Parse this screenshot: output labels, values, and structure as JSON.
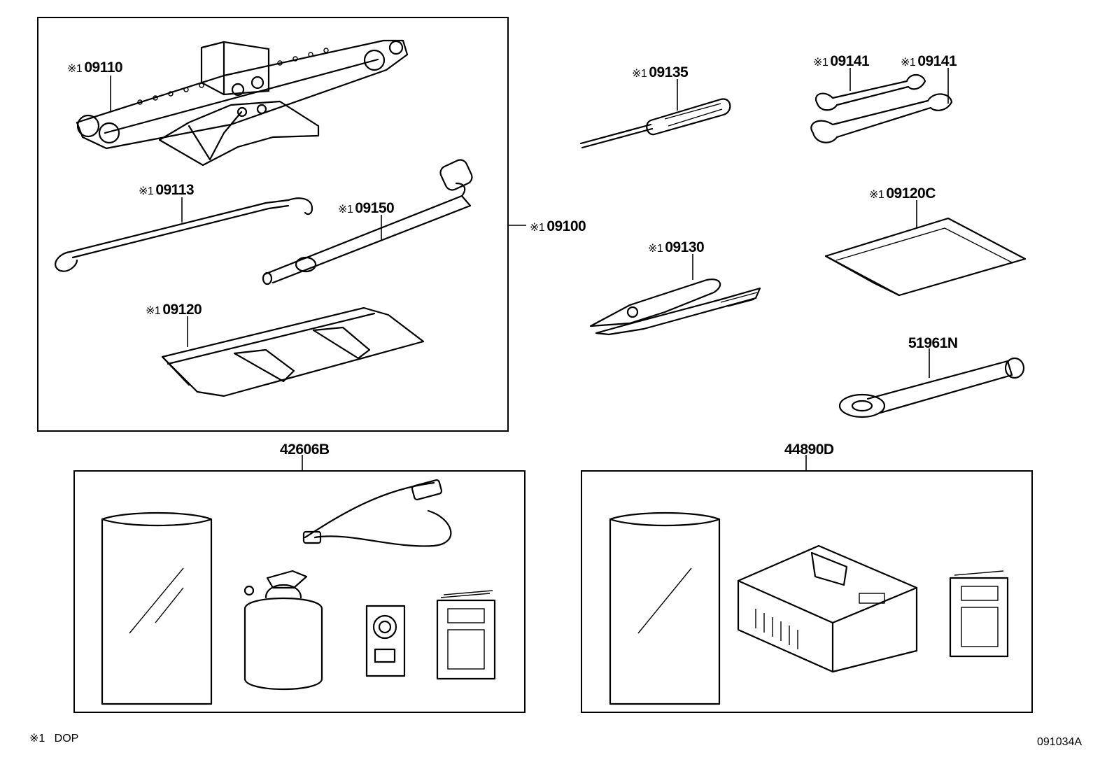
{
  "callouts": {
    "c09110": {
      "mark": "※1",
      "code": "09110"
    },
    "c09113": {
      "mark": "※1",
      "code": "09113"
    },
    "c09150": {
      "mark": "※1",
      "code": "09150"
    },
    "c09120": {
      "mark": "※1",
      "code": "09120"
    },
    "c09100": {
      "mark": "※1",
      "code": "09100"
    },
    "c09135": {
      "mark": "※1",
      "code": "09135"
    },
    "c09141a": {
      "mark": "※1",
      "code": "09141"
    },
    "c09141b": {
      "mark": "※1",
      "code": "09141"
    },
    "c09120c": {
      "mark": "※1",
      "code": "09120C"
    },
    "c09130": {
      "mark": "※1",
      "code": "09130"
    },
    "c51961n": {
      "code": "51961N"
    },
    "c42606b": {
      "code": "42606B"
    },
    "c44890d": {
      "code": "44890D"
    }
  },
  "footer": {
    "legend": "※1   DOP",
    "diagram_id": "091034A"
  }
}
